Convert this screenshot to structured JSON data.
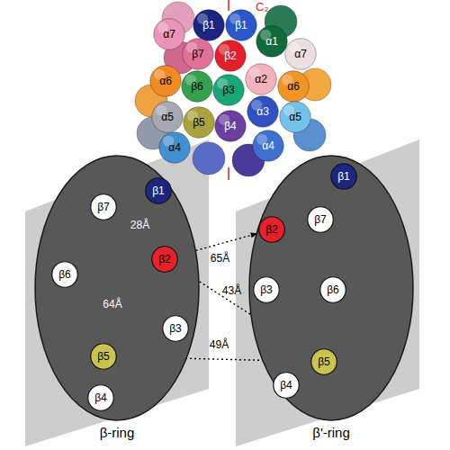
{
  "diagram": {
    "nodes": [
      {
        "text": [
          "α7"
        ]
      },
      {
        "text": [
          "β1"
        ]
      },
      {
        "text": [
          "β1"
        ]
      },
      {
        "text": [
          "α1"
        ]
      },
      {
        "text": [
          "β7"
        ]
      },
      {
        "text": [
          "β2"
        ]
      },
      {
        "text": [
          "α7"
        ]
      },
      {
        "text": [
          "α6"
        ]
      },
      {
        "text": [
          "β6"
        ]
      },
      {
        "text": [
          "β3"
        ]
      },
      {
        "text": [
          "α2"
        ]
      },
      {
        "text": [
          "α6"
        ]
      },
      {
        "text": [
          "α5"
        ]
      },
      {
        "text": [
          "β5"
        ]
      },
      {
        "text": [
          "α3"
        ]
      },
      {
        "text": [
          "α5"
        ]
      },
      {
        "text": [
          "α4"
        ]
      },
      {
        "text": [
          "β4"
        ]
      },
      {
        "text": [
          "α4"
        ]
      },
      {
        "text": [
          "β-ring"
        ]
      },
      {
        "text": [
          "β1"
        ],
        "in": 19
      },
      {
        "text": [
          "β7"
        ],
        "in": 19
      },
      {
        "text": [
          "β2"
        ],
        "in": 19
      },
      {
        "text": [
          "β6"
        ],
        "in": 19
      },
      {
        "text": [
          "β3"
        ],
        "in": 19
      },
      {
        "text": [
          "β5"
        ],
        "in": 19
      },
      {
        "text": [
          "β4"
        ],
        "in": 19
      },
      {
        "text": [
          "β'-ring"
        ]
      },
      {
        "text": [
          "β1"
        ],
        "in": 27
      },
      {
        "text": [
          "β2"
        ],
        "in": 27
      },
      {
        "text": [
          "β7"
        ],
        "in": 27
      },
      {
        "text": [
          "β3"
        ],
        "in": 27
      },
      {
        "text": [
          "β6"
        ],
        "in": 27
      },
      {
        "text": [
          "β5"
        ],
        "in": 27
      },
      {
        "text": [
          "β4"
        ],
        "in": 27
      }
    ],
    "edges": [
      {
        "from": 20,
        "to": 22,
        "arrow": "both",
        "label": "28Å"
      },
      {
        "from": 22,
        "to": 29,
        "arrow": "both",
        "label": "65Å"
      },
      {
        "from": 22,
        "to": 25,
        "arrow": "both",
        "label": "64Å"
      },
      {
        "from": 22,
        "to": 33,
        "arrow": "both",
        "label": "43Å"
      },
      {
        "from": 25,
        "to": 33,
        "arrow": "both",
        "label": "49Å"
      }
    ],
    "labels": [
      "C₂"
    ]
  }
}
